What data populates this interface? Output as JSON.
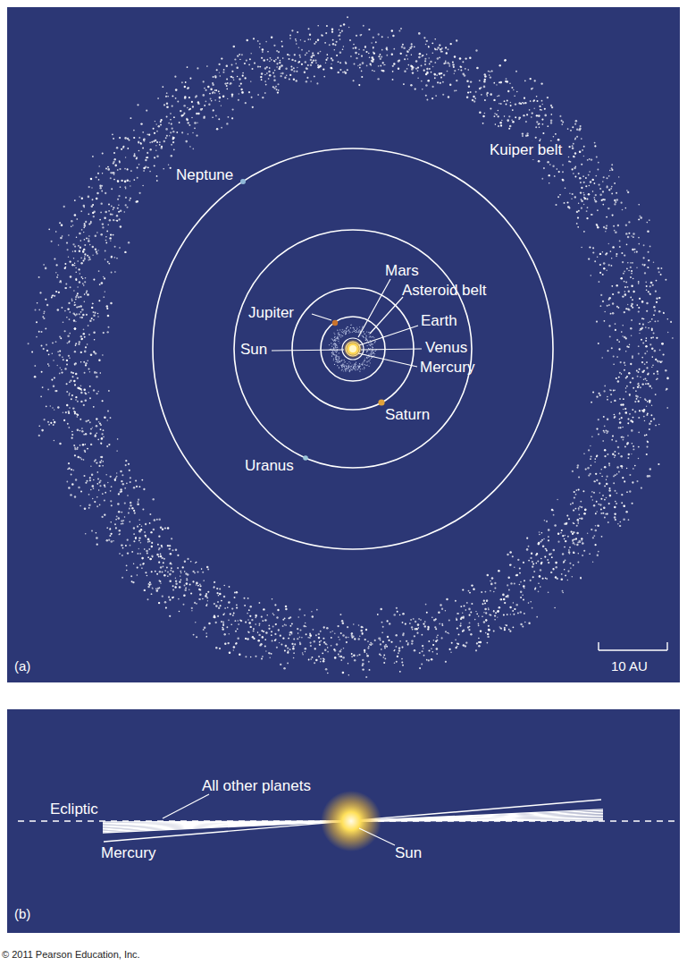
{
  "diagram": {
    "labels": [
      "Neptune",
      "Kuiper belt",
      "Mars",
      "Asteroid belt",
      "Jupiter",
      "Earth",
      "Sun",
      "Venus",
      "Mercury",
      "Saturn",
      "Uranus",
      "(a)",
      "10 AU",
      "Ecliptic",
      "All other planets",
      "Mercury",
      "Sun",
      "(b)",
      "© 2011 Pearson Education, Inc."
    ]
  }
}
